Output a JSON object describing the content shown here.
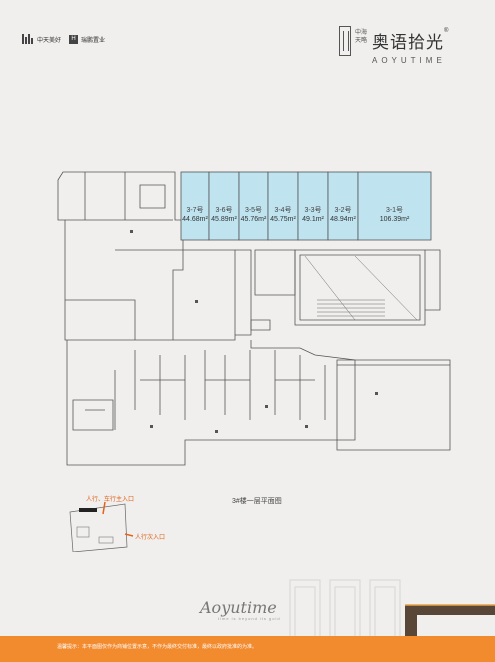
{
  "header": {
    "logo_left_1": "中天美好",
    "logo_left_2": "瑞鹏置业",
    "brand_title": "奥语拾光",
    "brand_sub": "中海天略",
    "brand_en": "AOYUTIME"
  },
  "plan": {
    "caption": "3#楼一层平面图",
    "units": [
      {
        "label": "3-7号",
        "area": "44.68m²"
      },
      {
        "label": "3-6号",
        "area": "45.89m²"
      },
      {
        "label": "3-5号",
        "area": "45.76m²"
      },
      {
        "label": "3-4号",
        "area": "45.75m²"
      },
      {
        "label": "3-3号",
        "area": "49.1m²"
      },
      {
        "label": "3-2号",
        "area": "48.94m²"
      },
      {
        "label": "3-1号",
        "area": "106.39m²"
      }
    ]
  },
  "keymap": {
    "entrance_1": "人行、车行主入口",
    "entrance_2": "人行次入口"
  },
  "signature": {
    "script": "Aoyutime",
    "tagline": "time is beyond its gold"
  },
  "footer": {
    "note": "温馨提示：本平面图仅作为商铺位置示意，不作为最终交付标准，最终以政府批准的为准。"
  },
  "colors": {
    "highlight": "#bfe3ef",
    "accent": "#f28a2e",
    "line": "#555555"
  }
}
